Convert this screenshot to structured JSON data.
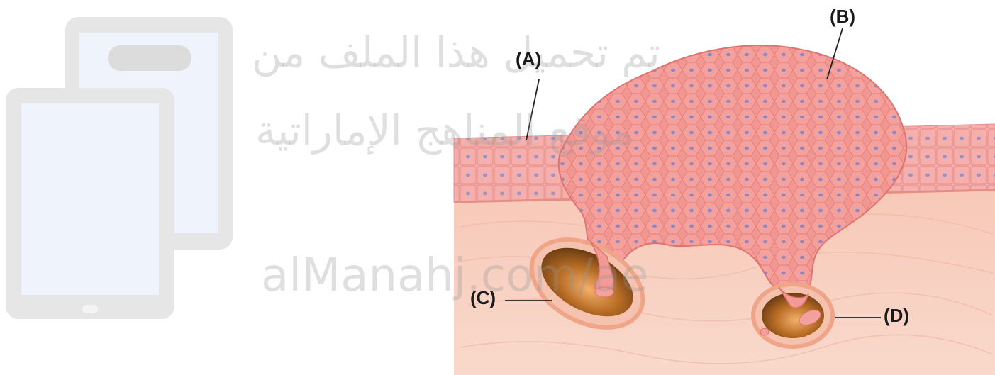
{
  "watermark": {
    "arabic_line_1": "تم تحميل هذا الملف من",
    "arabic_line_2": "موقع المناهج الإماراتية",
    "url": "alManahj.com/ae",
    "icon": "tablet-devices-icon"
  },
  "diagram": {
    "labels": {
      "a": "(A)",
      "b": "(B)",
      "c": "(C)",
      "d": "(D)"
    },
    "colors": {
      "epithelium": "#f3a3a0",
      "tumor": "#f08d89",
      "nucleus": "#8b88c8",
      "connective_tissue": "#f7cfbf",
      "vessel_rim": "#f2a589",
      "vessel_lumen": "#a86420"
    }
  }
}
